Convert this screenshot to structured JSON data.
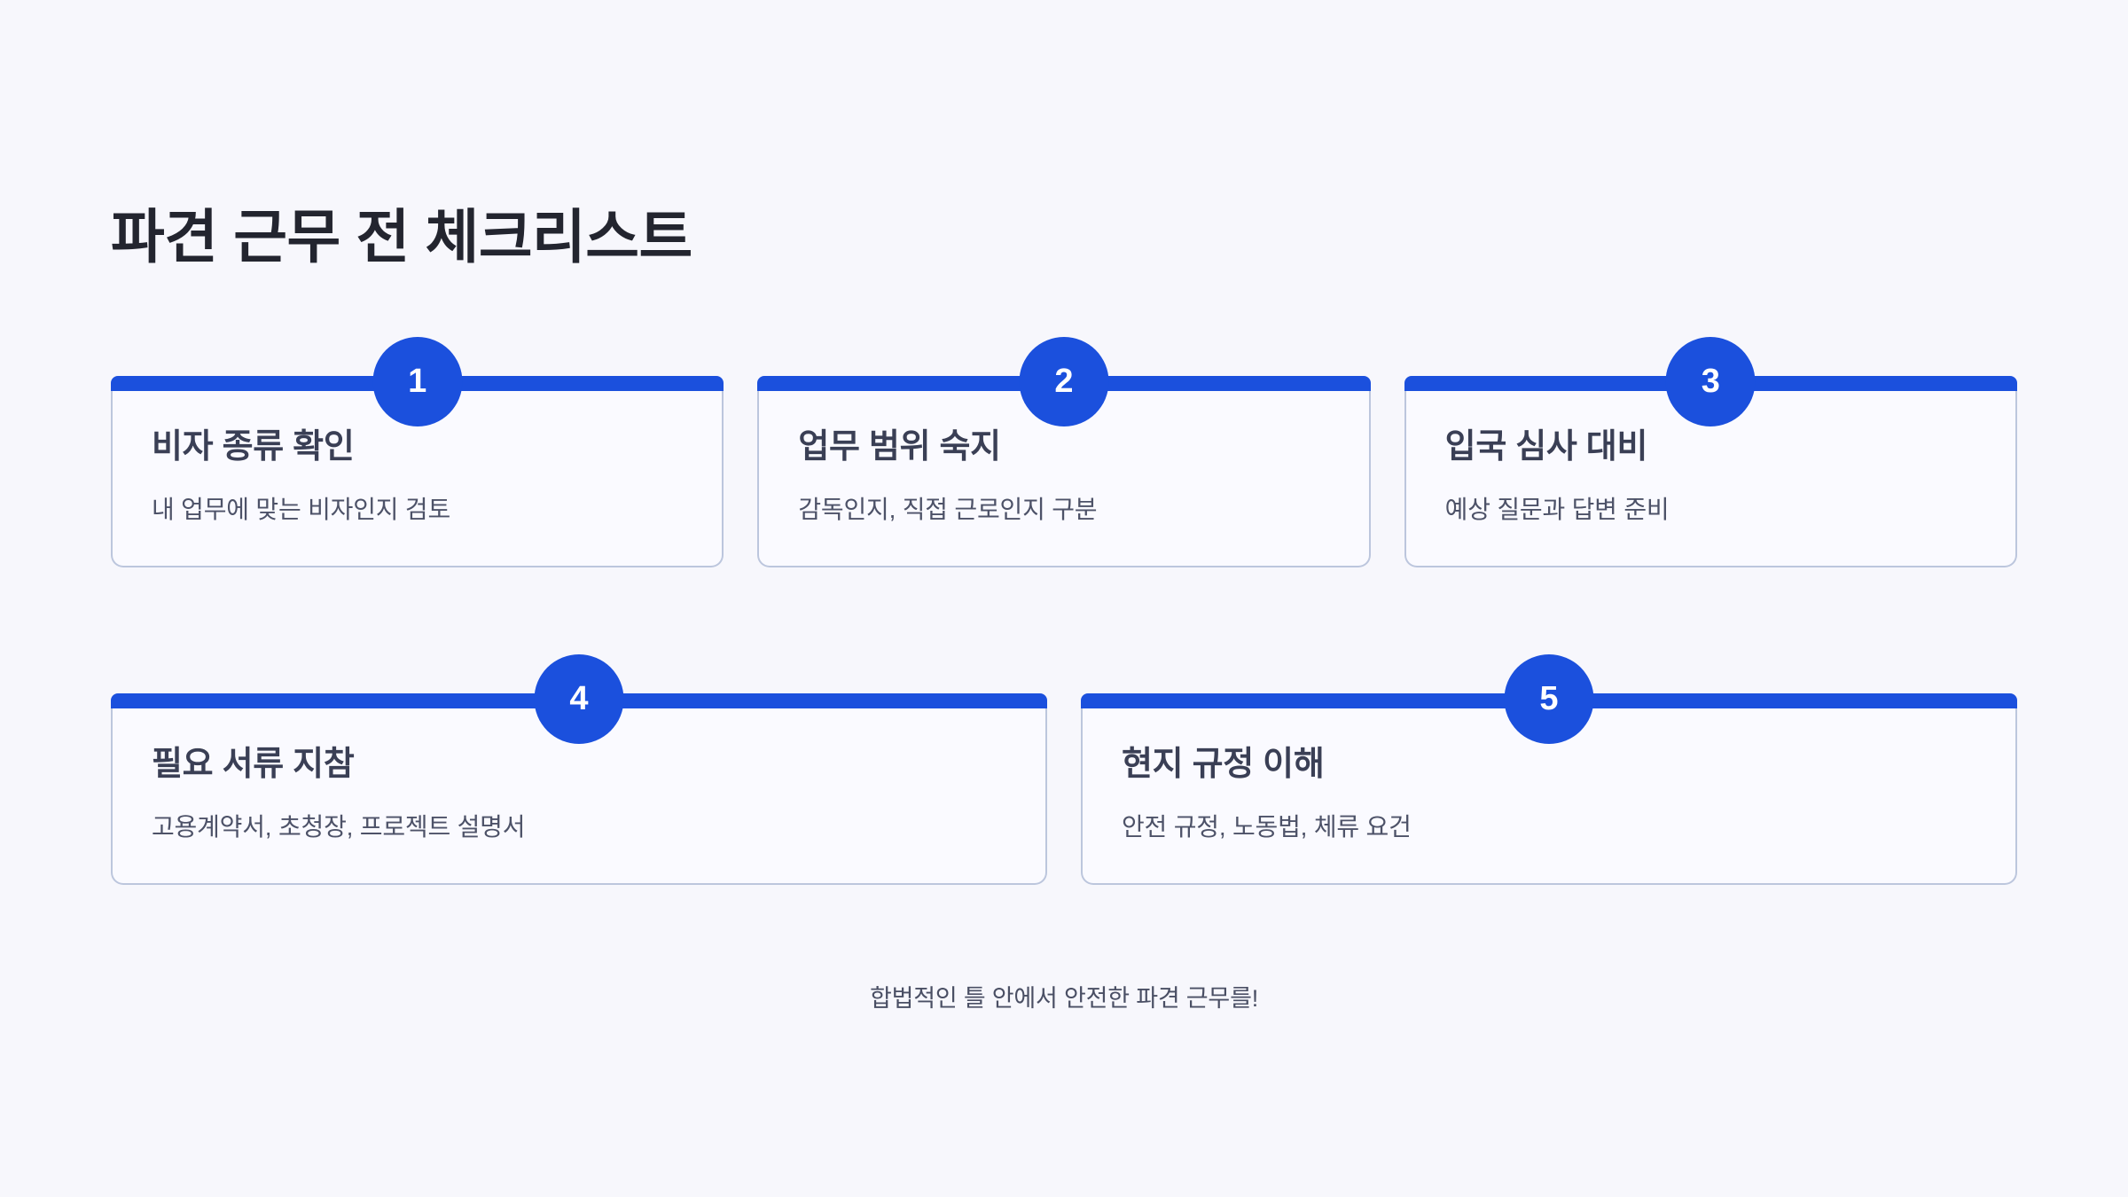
{
  "page": {
    "title": "파견 근무 전 체크리스트",
    "footer_note": "합법적인 틀 안에서 안전한 파견 근무를!",
    "background_color": "#f7f7fc",
    "accent_color": "#1b50dd",
    "card_background_color": "#fafaff",
    "card_border_color": "#bcc6dd",
    "title_color": "#23252f",
    "card_title_color": "#3a3f55",
    "card_desc_color": "#4d5268",
    "footer_color": "#4a4f64"
  },
  "cards": [
    {
      "number": "1",
      "title": "비자 종류 확인",
      "desc": "내 업무에 맞는 비자인지 검토"
    },
    {
      "number": "2",
      "title": "업무 범위 숙지",
      "desc": "감독인지, 직접 근로인지 구분"
    },
    {
      "number": "3",
      "title": "입국 심사 대비",
      "desc": "예상 질문과 답변 준비"
    },
    {
      "number": "4",
      "title": "필요 서류 지참",
      "desc": "고용계약서, 초청장, 프로젝트 설명서"
    },
    {
      "number": "5",
      "title": "현지 규정 이해",
      "desc": "안전 규정, 노동법, 체류 요건"
    }
  ]
}
